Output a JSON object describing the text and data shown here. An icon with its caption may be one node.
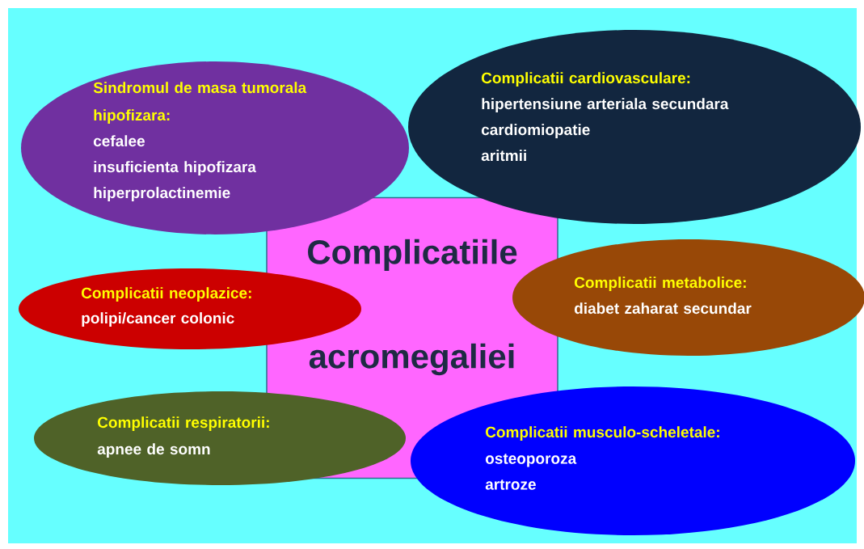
{
  "diagram": {
    "nodes": [
      {
        "text": [
          "Sindromul de masa tumorala hipofizara:",
          "cefalee",
          "insuficienta hipofizara",
          "hiperprolactinemie"
        ]
      },
      {
        "text": [
          "Complicatii cardiovasculare:",
          "hipertensiune arteriala secundara",
          "cardiomiopatie",
          "aritmii"
        ]
      },
      {
        "text": [
          "Complicatiile acromegaliei"
        ]
      },
      {
        "text": [
          "Complicatii  neoplazice:",
          "polipi/cancer colonic"
        ]
      },
      {
        "text": [
          "Complicatii  metabolice:",
          "diabet zaharat secundar"
        ]
      },
      {
        "text": [
          "Complicatii  respiratorii:",
          "apnee de somn"
        ]
      },
      {
        "text": [
          "Complicatii  musculo-scheletale:",
          "osteoporoza",
          "artroze"
        ]
      }
    ]
  }
}
